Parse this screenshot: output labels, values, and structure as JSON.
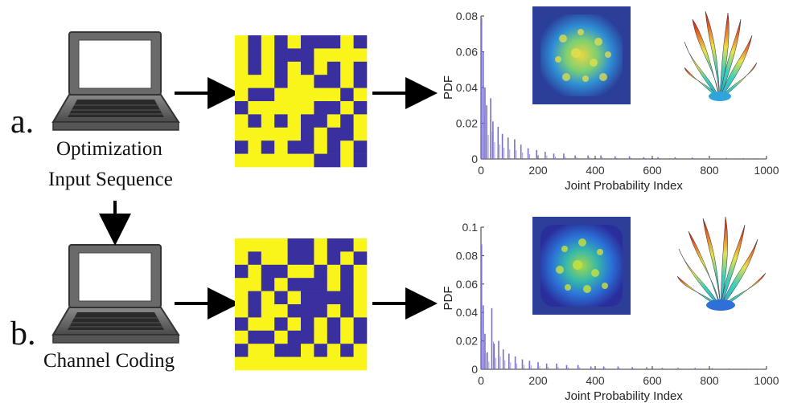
{
  "panels": [
    {
      "label": "a.",
      "caption": "Optimization",
      "grid_bits": [
        [
          1,
          0,
          1,
          0,
          1,
          0,
          0,
          0,
          1,
          0
        ],
        [
          1,
          0,
          1,
          0,
          0,
          0,
          1,
          1,
          1,
          1
        ],
        [
          1,
          0,
          1,
          0,
          1,
          0,
          1,
          0,
          1,
          0
        ],
        [
          1,
          1,
          1,
          0,
          1,
          1,
          0,
          0,
          1,
          0
        ],
        [
          1,
          0,
          0,
          1,
          1,
          1,
          1,
          1,
          0,
          1
        ],
        [
          0,
          1,
          1,
          1,
          1,
          1,
          0,
          0,
          1,
          0
        ],
        [
          1,
          0,
          1,
          0,
          1,
          0,
          0,
          1,
          0,
          1
        ],
        [
          1,
          1,
          1,
          1,
          1,
          0,
          1,
          0,
          0,
          1
        ],
        [
          0,
          1,
          0,
          1,
          0,
          0,
          1,
          0,
          1,
          0
        ],
        [
          1,
          1,
          1,
          1,
          1,
          1,
          0,
          0,
          1,
          0
        ]
      ]
    },
    {
      "label": "b.",
      "caption": "Channel Coding",
      "grid_bits": [
        [
          1,
          1,
          1,
          1,
          0,
          0,
          1,
          0,
          0,
          1
        ],
        [
          1,
          0,
          1,
          1,
          0,
          0,
          1,
          0,
          1,
          0
        ],
        [
          0,
          1,
          0,
          0,
          1,
          1,
          0,
          1,
          0,
          1
        ],
        [
          1,
          1,
          0,
          1,
          0,
          0,
          0,
          1,
          0,
          1
        ],
        [
          1,
          0,
          1,
          0,
          1,
          0,
          0,
          0,
          0,
          1
        ],
        [
          1,
          0,
          1,
          1,
          0,
          0,
          0,
          1,
          0,
          1
        ],
        [
          0,
          1,
          1,
          0,
          1,
          0,
          1,
          0,
          1,
          0
        ],
        [
          1,
          0,
          0,
          1,
          0,
          0,
          1,
          0,
          1,
          0
        ],
        [
          0,
          1,
          1,
          0,
          0,
          1,
          0,
          1,
          0,
          1
        ],
        [
          1,
          1,
          1,
          1,
          1,
          1,
          1,
          1,
          1,
          1
        ]
      ]
    }
  ],
  "input_label": "Input Sequence",
  "colors": {
    "yellow": "#f9f51a",
    "blue": "#3a2f9e",
    "arrow": "#000000",
    "bars": "#7870c8"
  },
  "chart_data": [
    {
      "type": "bar",
      "xlabel": "Joint Probability Index",
      "ylabel": "PDF",
      "xlim": [
        0,
        1000
      ],
      "ylim": [
        0,
        0.08
      ],
      "x_ticks": [
        0,
        200,
        400,
        600,
        800,
        1000
      ],
      "y_ticks": [
        0,
        0.02,
        0.04,
        0.06,
        0.08
      ],
      "y_tick_labels": [
        "0",
        "0.02",
        "0.04",
        "0.06",
        "0.08"
      ],
      "peaks": [
        {
          "x": 2,
          "y": 0.079
        },
        {
          "x": 8,
          "y": 0.06
        },
        {
          "x": 14,
          "y": 0.04
        },
        {
          "x": 20,
          "y": 0.03
        },
        {
          "x": 34,
          "y": 0.034
        },
        {
          "x": 42,
          "y": 0.021
        },
        {
          "x": 60,
          "y": 0.018
        },
        {
          "x": 75,
          "y": 0.014
        },
        {
          "x": 95,
          "y": 0.012
        },
        {
          "x": 118,
          "y": 0.011
        },
        {
          "x": 140,
          "y": 0.008
        },
        {
          "x": 165,
          "y": 0.006
        },
        {
          "x": 195,
          "y": 0.005
        },
        {
          "x": 225,
          "y": 0.004
        },
        {
          "x": 255,
          "y": 0.003
        },
        {
          "x": 290,
          "y": 0.003
        },
        {
          "x": 330,
          "y": 0.002
        },
        {
          "x": 375,
          "y": 0.002
        },
        {
          "x": 420,
          "y": 0.002
        },
        {
          "x": 470,
          "y": 0.0015
        },
        {
          "x": 520,
          "y": 0.0015
        },
        {
          "x": 570,
          "y": 0.001
        },
        {
          "x": 620,
          "y": 0.001
        },
        {
          "x": 680,
          "y": 0.001
        },
        {
          "x": 740,
          "y": 0.0008
        },
        {
          "x": 800,
          "y": 0.0008
        },
        {
          "x": 860,
          "y": 0.0006
        },
        {
          "x": 920,
          "y": 0.0005
        },
        {
          "x": 970,
          "y": 0.0004
        }
      ]
    },
    {
      "type": "bar",
      "xlabel": "Joint Probability Index",
      "ylabel": "PDF",
      "xlim": [
        0,
        1000
      ],
      "ylim": [
        0,
        0.1
      ],
      "x_ticks": [
        0,
        200,
        400,
        600,
        800,
        1000
      ],
      "y_ticks": [
        0,
        0.02,
        0.04,
        0.06,
        0.08,
        0.1
      ],
      "y_tick_labels": [
        "0",
        "0.02",
        "0.04",
        "0.06",
        "0.08",
        "0.1"
      ],
      "peaks": [
        {
          "x": 2,
          "y": 0.088
        },
        {
          "x": 8,
          "y": 0.045
        },
        {
          "x": 14,
          "y": 0.025
        },
        {
          "x": 22,
          "y": 0.012
        },
        {
          "x": 38,
          "y": 0.043
        },
        {
          "x": 46,
          "y": 0.018
        },
        {
          "x": 62,
          "y": 0.02
        },
        {
          "x": 78,
          "y": 0.014
        },
        {
          "x": 98,
          "y": 0.011
        },
        {
          "x": 120,
          "y": 0.009
        },
        {
          "x": 145,
          "y": 0.007
        },
        {
          "x": 170,
          "y": 0.006
        },
        {
          "x": 200,
          "y": 0.005
        },
        {
          "x": 230,
          "y": 0.004
        },
        {
          "x": 265,
          "y": 0.004
        },
        {
          "x": 300,
          "y": 0.003
        },
        {
          "x": 340,
          "y": 0.003
        },
        {
          "x": 385,
          "y": 0.002
        },
        {
          "x": 430,
          "y": 0.002
        },
        {
          "x": 480,
          "y": 0.002
        },
        {
          "x": 530,
          "y": 0.0015
        },
        {
          "x": 580,
          "y": 0.0015
        },
        {
          "x": 635,
          "y": 0.001
        },
        {
          "x": 690,
          "y": 0.001
        },
        {
          "x": 750,
          "y": 0.001
        },
        {
          "x": 810,
          "y": 0.0008
        },
        {
          "x": 870,
          "y": 0.0006
        },
        {
          "x": 930,
          "y": 0.0005
        },
        {
          "x": 975,
          "y": 0.0004
        }
      ]
    }
  ]
}
